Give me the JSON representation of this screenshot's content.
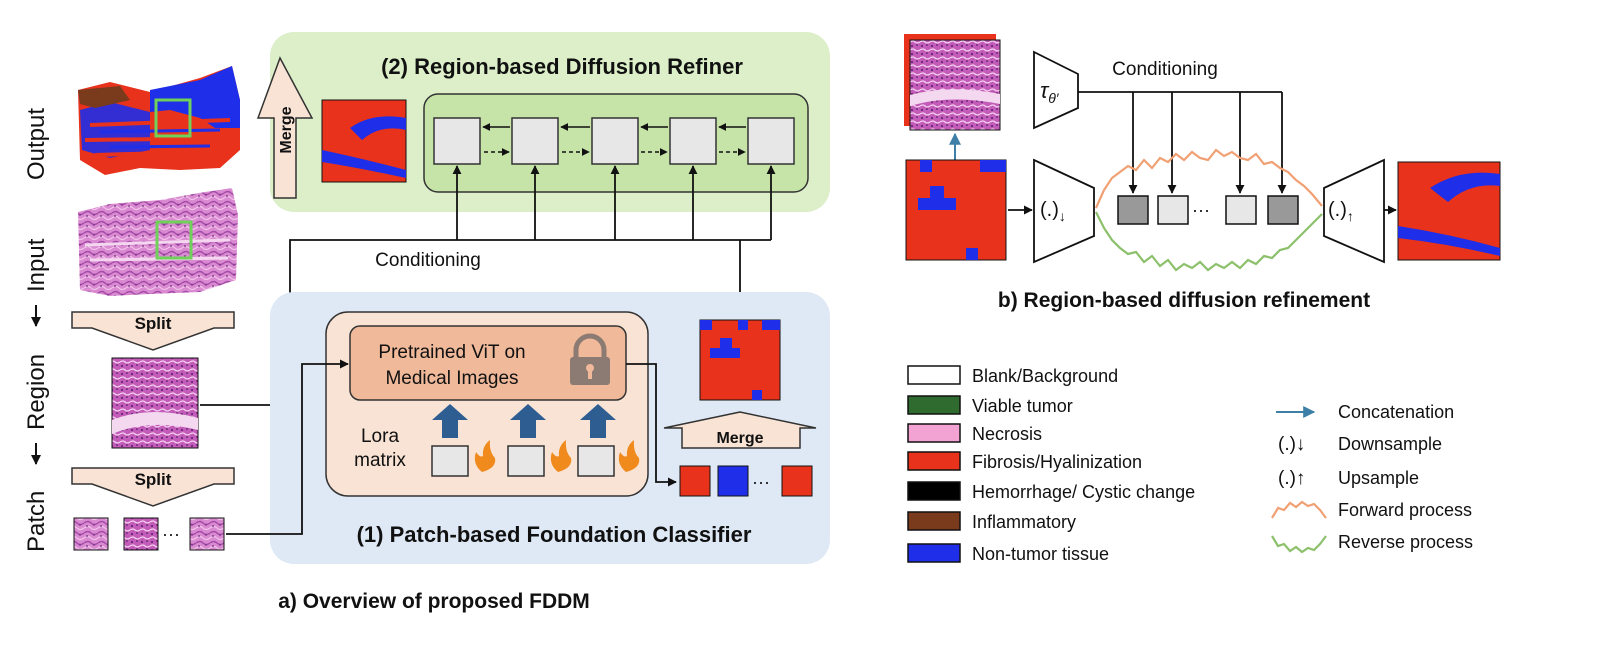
{
  "colors": {
    "panel_green": "#dcefc9",
    "panel_blue": "#dfe9f5",
    "inner_green": "#c6e3a8",
    "inner_peach": "#f9e3d5",
    "vit_box": "#efb99a",
    "fibrosis_red": "#e8321c",
    "nontumor_blue": "#1f2ee8",
    "arrow_blue": "#2e5d92",
    "forward_orange": "#f0a073",
    "reverse_green": "#8cc06a",
    "concat_arrow": "#3d7fa6",
    "inflammatory_brown": "#7a3b1c",
    "viable_green": "#2f6b2f",
    "necrosis_pink": "#f2a3d3",
    "hemorrhage_black": "#000000"
  },
  "panel_a": {
    "side_labels": [
      "Output",
      "Input",
      "Region",
      "Patch"
    ],
    "split_label": "Split",
    "split_label_2": "Split",
    "merge_label_vertical": "Merge",
    "merge_label_horizontal": "Merge",
    "refiner_title": "(2) Region-based Diffusion Refiner",
    "classifier_title": "(1) Patch-based Foundation Classifier",
    "conditioning_label": "Conditioning",
    "vit_line1": "Pretrained ViT on",
    "vit_line2": "Medical Images",
    "lora_line1": "Lora",
    "lora_line2": "matrix",
    "ellipsis": "···",
    "caption": "a) Overview of proposed FDDM",
    "icons": [
      "lock-icon",
      "fire-icon",
      "up-arrow-icon"
    ]
  },
  "panel_b": {
    "conditioning_label": "Conditioning",
    "tau_label": "τ",
    "tau_sub": "θ′",
    "downsample_symbol": "(.)",
    "downsample_sub": "↓",
    "upsample_symbol": "(.)",
    "upsample_sub": "↑",
    "ellipsis": "···",
    "caption": "b) Region-based diffusion refinement"
  },
  "legend": {
    "classes": [
      {
        "label": "Blank/Background",
        "color": "#ffffff"
      },
      {
        "label": "Viable tumor",
        "color": "#2f6b2f"
      },
      {
        "label": "Necrosis",
        "color": "#f2a3d3"
      },
      {
        "label": "Fibrosis/Hyalinization",
        "color": "#e8321c"
      },
      {
        "label": "Hemorrhage/ Cystic change",
        "color": "#000000"
      },
      {
        "label": "Inflammatory",
        "color": "#7a3b1c"
      },
      {
        "label": "Non-tumor tissue",
        "color": "#1f2ee8"
      }
    ],
    "ops": [
      {
        "symbol": "",
        "label": "Concatenation"
      },
      {
        "symbol": "(.)↓",
        "label": "Downsample"
      },
      {
        "symbol": "(.)↑",
        "label": "Upsample"
      },
      {
        "symbol": "",
        "label": "Forward process"
      },
      {
        "symbol": "",
        "label": "Reverse process"
      }
    ]
  }
}
